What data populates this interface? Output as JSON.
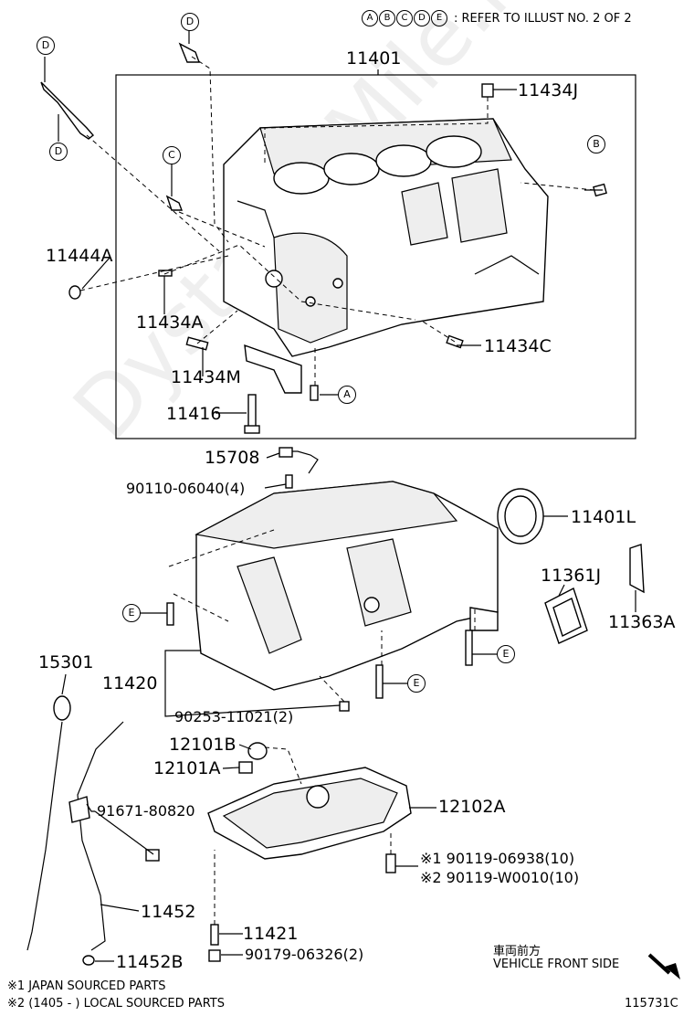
{
  "header": {
    "legend_letters": [
      "A",
      "B",
      "C",
      "D",
      "E"
    ],
    "legend_text": ": REFER TO ILLUST NO. 2 OF 2"
  },
  "watermark": "DystaParMile.ru",
  "callouts": {
    "c_d_top": "D",
    "c_d_left_top": "D",
    "c_d_left_bot": "D",
    "c_c": "C",
    "c_b": "B",
    "c_a": "A",
    "c_e1": "E",
    "c_e2": "E",
    "c_e3": "E"
  },
  "parts": {
    "p11401": "11401",
    "p11434j": "11434J",
    "p11444a": "11444A",
    "p11434a": "11434A",
    "p11434m": "11434M",
    "p11434c": "11434C",
    "p11416": "11416",
    "p15708": "15708",
    "p90110": "90110-06040(4)",
    "p11401l": "11401L",
    "p11361j": "11361J",
    "p11363a": "11363A",
    "p15301": "15301",
    "p11420": "11420",
    "p90253": "90253-11021(2)",
    "p12101b": "12101B",
    "p12101a": "12101A",
    "p12102a": "12102A",
    "p91671": "91671-80820",
    "p90119a": "※1 90119-06938(10)",
    "p90119b": "※2 90119-W0010(10)",
    "p11452": "11452",
    "p11421": "11421",
    "p90179": "90179-06326(2)",
    "p11452b": "11452B"
  },
  "footer": {
    "direction_jp": "車両前方",
    "direction_en": "VEHICLE FRONT SIDE",
    "note1": "※1 JAPAN SOURCED PARTS",
    "note2": "※2 (1405 -        ) LOCAL SOURCED PARTS",
    "illust_no": "115731C"
  }
}
